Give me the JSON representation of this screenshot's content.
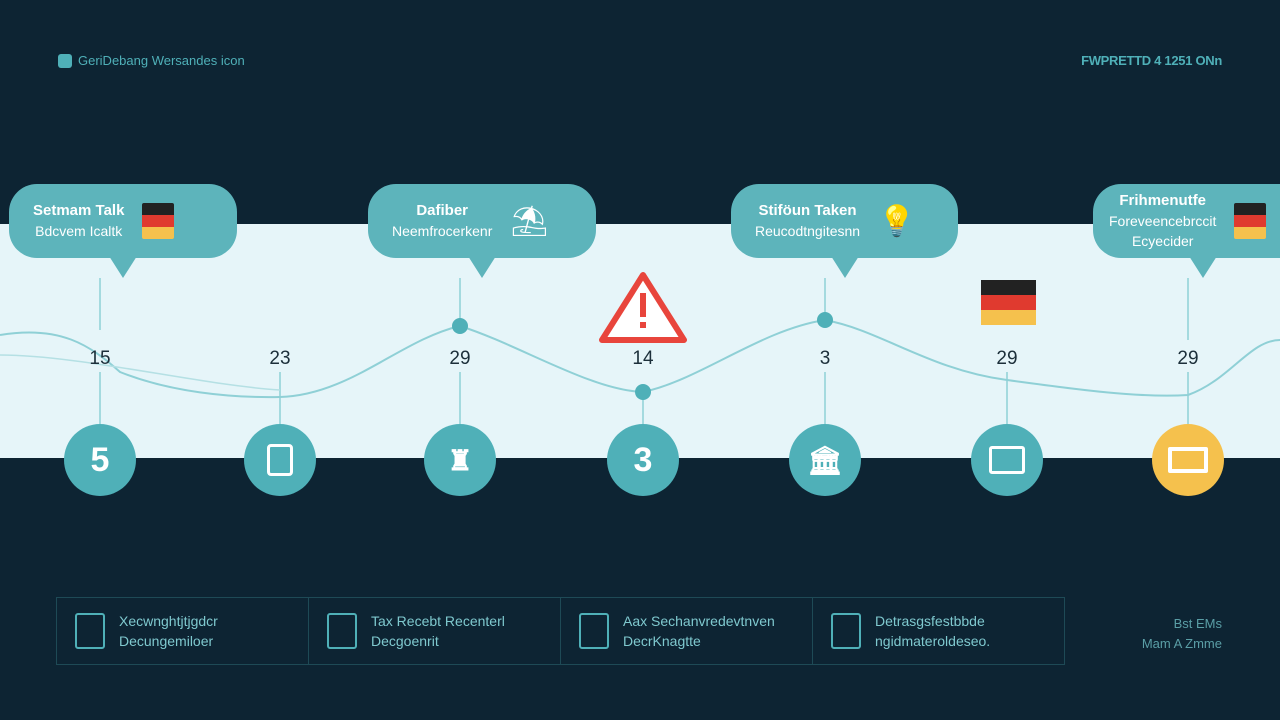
{
  "header": {
    "title": "GeriDebang Wersandes icon",
    "status": "FWPRETTD 4 1251 ONn"
  },
  "colors": {
    "background": "#0d2433",
    "band": "#e6f5f9",
    "accent": "#5db4bb",
    "warning": "#e8453c",
    "highlight": "#f5c14d"
  },
  "bubbles": [
    {
      "lines": [
        "Setmam Talk",
        "Bdcvem Icaltk"
      ],
      "icon": "german-flag-icon"
    },
    {
      "lines": [
        "Dafiber",
        "Neemfrocerkenr"
      ],
      "icon": "lamp-icon"
    },
    {
      "lines": [
        "Stiföun Taken",
        "Reucodtngitesnn"
      ],
      "icon": "lightbulb-icon"
    },
    {
      "lines": [
        "Frihmenutfe",
        "Foreveencebrccit",
        "Ecyecider"
      ],
      "icon": "german-flag-icon"
    }
  ],
  "timeline": {
    "values": [
      "15",
      "23",
      "29",
      "14",
      "3",
      "29",
      "29"
    ],
    "nodes": [
      {
        "label": "5",
        "icon": "number-icon"
      },
      {
        "label": "",
        "icon": "document-icon"
      },
      {
        "label": "",
        "icon": "robot-icon"
      },
      {
        "label": "3",
        "icon": "number-icon"
      },
      {
        "label": "",
        "icon": "building-icon"
      },
      {
        "label": "",
        "icon": "frame-icon"
      },
      {
        "label": "",
        "icon": "printer-icon"
      }
    ],
    "markers": [
      "warning-icon",
      "german-flag-icon"
    ]
  },
  "footer": {
    "items": [
      {
        "lines": [
          "Xecwnghtjtjgdcr",
          "Decungemiloer"
        ],
        "icon": "hand-icon"
      },
      {
        "lines": [
          "Tax Recebt Recenterl",
          "Decgoenrit"
        ],
        "icon": "tax-icon"
      },
      {
        "lines": [
          "Aax Sechanvredevtnven",
          "DecrKnagtte"
        ],
        "icon": "scale-icon"
      },
      {
        "lines": [
          "Detrasgsfestbbde",
          "ngidmateroldeseo."
        ],
        "icon": "report-icon"
      }
    ],
    "side": [
      "Bst EMs",
      "Mam A Zmme"
    ]
  }
}
